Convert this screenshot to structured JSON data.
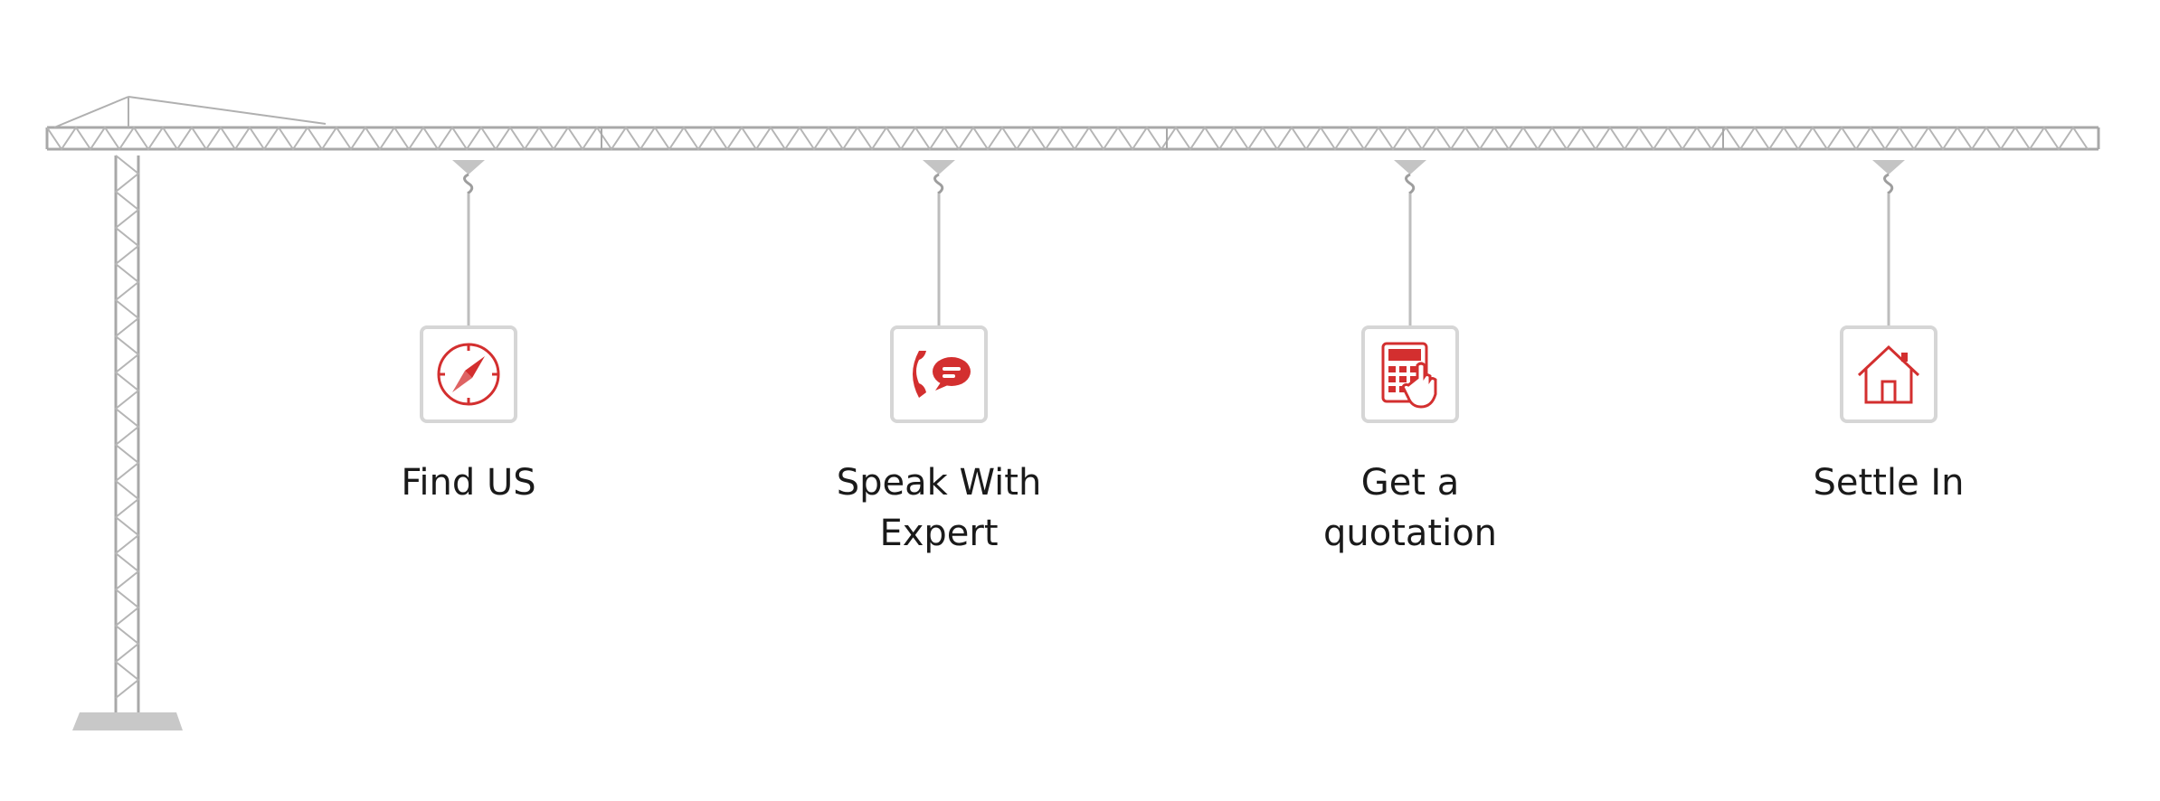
{
  "colors": {
    "crane": "#bdbdbd",
    "crane_dark": "#9e9e9e",
    "box_border": "#d6d6d6",
    "icon_accent": "#d32f2f",
    "text": "#1a1a1a"
  },
  "steps": [
    {
      "label": "Find US",
      "icon": "compass-icon"
    },
    {
      "label": "Speak With Expert",
      "icon": "phone-chat-icon"
    },
    {
      "label": "Get a quotation",
      "icon": "calculator-icon"
    },
    {
      "label": "Settle In",
      "icon": "house-icon"
    }
  ]
}
